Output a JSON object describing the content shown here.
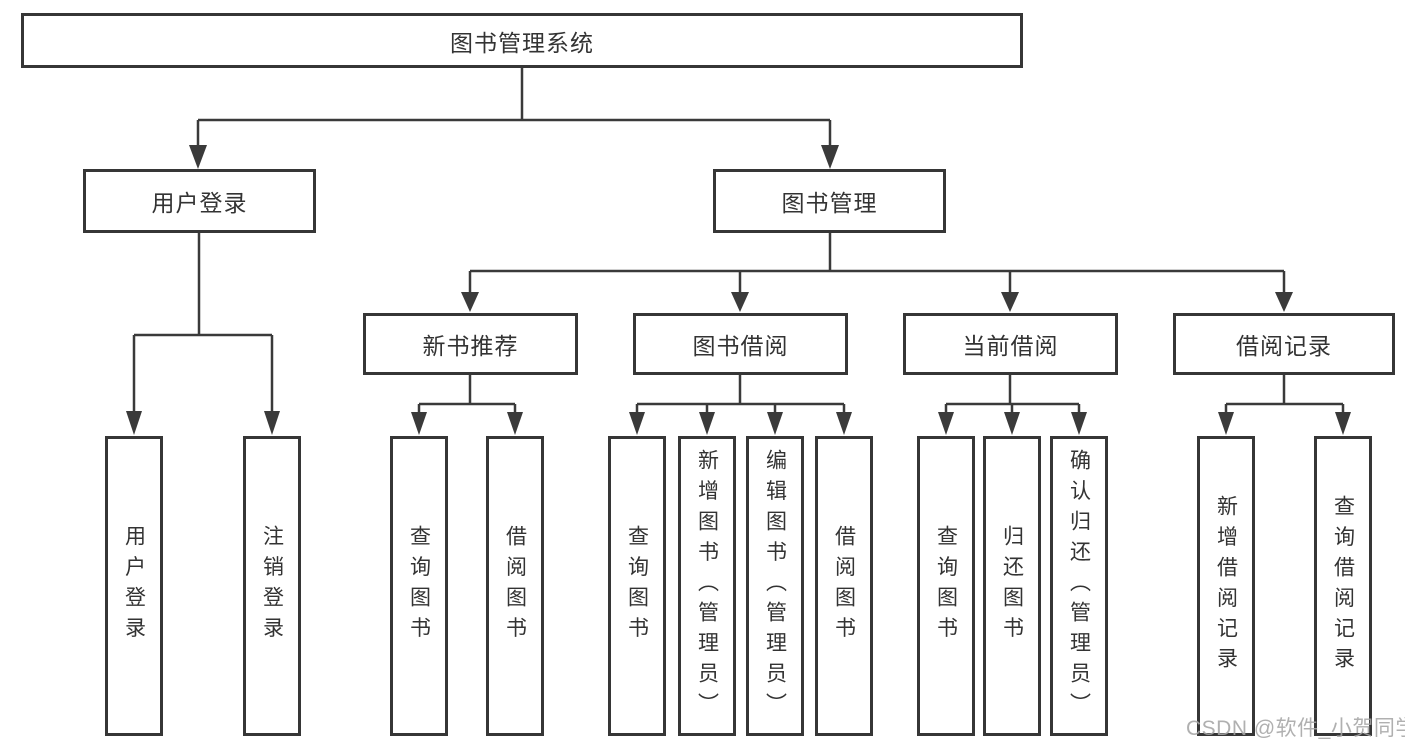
{
  "diagram": {
    "type": "tree",
    "background": "#ffffff",
    "line_color": "#3a3a3a",
    "box_border_color": "#363636",
    "text_color": "#333333",
    "watermark_color": "#a5a5a5",
    "tree": {
      "label": "图书管理系统",
      "children": [
        {
          "label": "用户登录",
          "children": [
            {
              "label": "用户登录"
            },
            {
              "label": "注销登录"
            }
          ]
        },
        {
          "label": "图书管理",
          "children": [
            {
              "label": "新书推荐",
              "children": [
                {
                  "label": "查询图书"
                },
                {
                  "label": "借阅图书"
                }
              ]
            },
            {
              "label": "图书借阅",
              "children": [
                {
                  "label": "查询图书"
                },
                {
                  "label": "新增图书（管理员）"
                },
                {
                  "label": "编辑图书（管理员）"
                },
                {
                  "label": "借阅图书"
                }
              ]
            },
            {
              "label": "当前借阅",
              "children": [
                {
                  "label": "查询图书"
                },
                {
                  "label": "归还图书"
                },
                {
                  "label": "确认归还（管理员）"
                }
              ]
            },
            {
              "label": "借阅记录",
              "children": [
                {
                  "label": "新增借阅记录"
                },
                {
                  "label": "查询借阅记录"
                }
              ]
            }
          ]
        }
      ]
    },
    "watermark": "CSDN @软件_小贺同学"
  }
}
